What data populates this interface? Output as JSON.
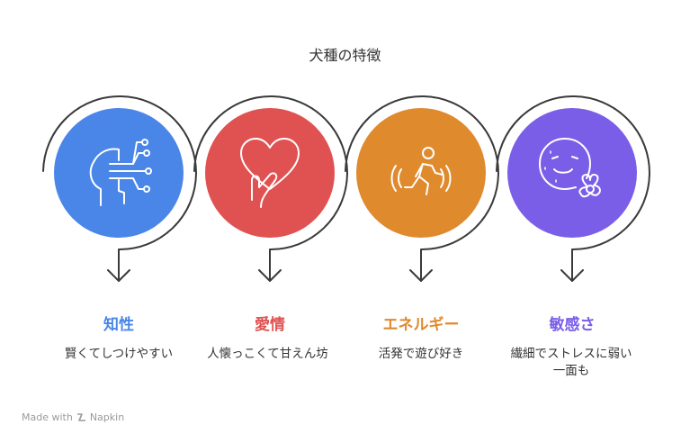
{
  "title": "犬種の特徴",
  "features": [
    {
      "title": "知性",
      "description": "賢くてしつけやすい",
      "color": "#4a86e8",
      "icon": "brain-circuit-icon"
    },
    {
      "title": "愛情",
      "description": "人懐っこくて甘えん坊",
      "color": "#e05252",
      "icon": "heart-hand-icon"
    },
    {
      "title": "エネルギー",
      "description": "活発で遊び好き",
      "color": "#e08a2e",
      "icon": "running-person-icon"
    },
    {
      "title": "敏感さ",
      "description": "繊細でストレスに弱い一面も",
      "color": "#7b5ee8",
      "icon": "face-flower-icon"
    }
  ],
  "watermark": {
    "prefix": "Made with",
    "brand": "Napkin"
  }
}
